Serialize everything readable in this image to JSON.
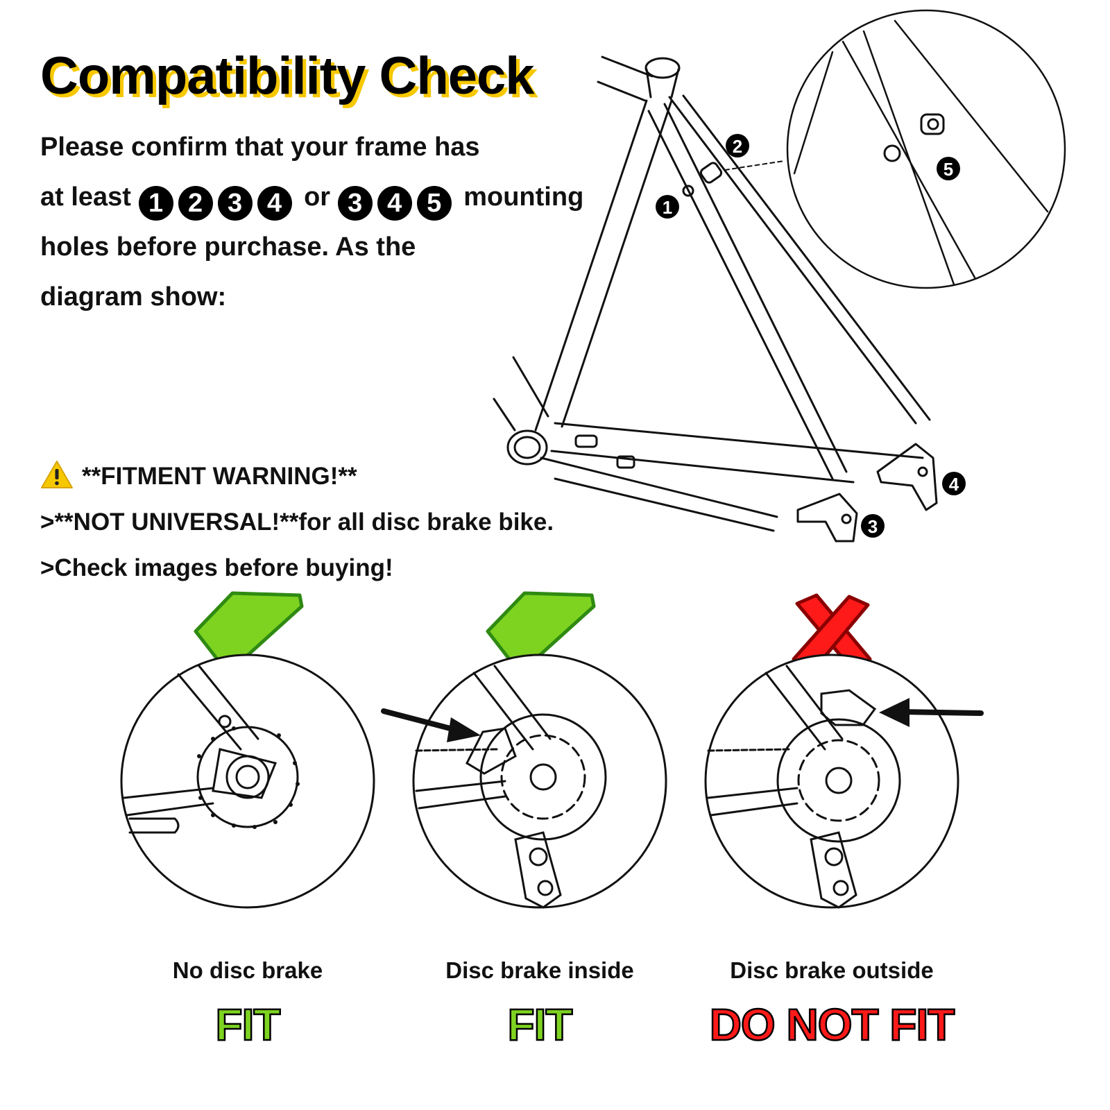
{
  "title": "Compatibility Check",
  "intro": {
    "line1": "Please confirm that your frame has",
    "line2_prefix": "at least",
    "group1": [
      "1",
      "2",
      "3",
      "4"
    ],
    "connector": "or",
    "group2": [
      "3",
      "4",
      "5"
    ],
    "line2_suffix": "mounting",
    "line3": "holes before  purchase. As the",
    "line4": "diagram show:"
  },
  "warning": {
    "icon": "warning-triangle-icon",
    "heading": "**FITMENT WARNING!**",
    "line1": ">**NOT UNIVERSAL!**for all disc brake bike.",
    "line2": ">Check images before buying!"
  },
  "frame_labels": [
    "1",
    "2",
    "3",
    "4",
    "5"
  ],
  "panels": [
    {
      "caption": "No disc brake",
      "verdict": "FIT",
      "mark": "check-icon",
      "color": "#7ed321",
      "arrow": "none"
    },
    {
      "caption": "Disc brake inside",
      "verdict": "FIT",
      "mark": "check-icon",
      "color": "#7ed321",
      "arrow": "left"
    },
    {
      "caption": "Disc brake outside",
      "verdict": "DO NOT FIT",
      "mark": "cross-icon",
      "color": "#ff1a1a",
      "arrow": "right"
    }
  ]
}
